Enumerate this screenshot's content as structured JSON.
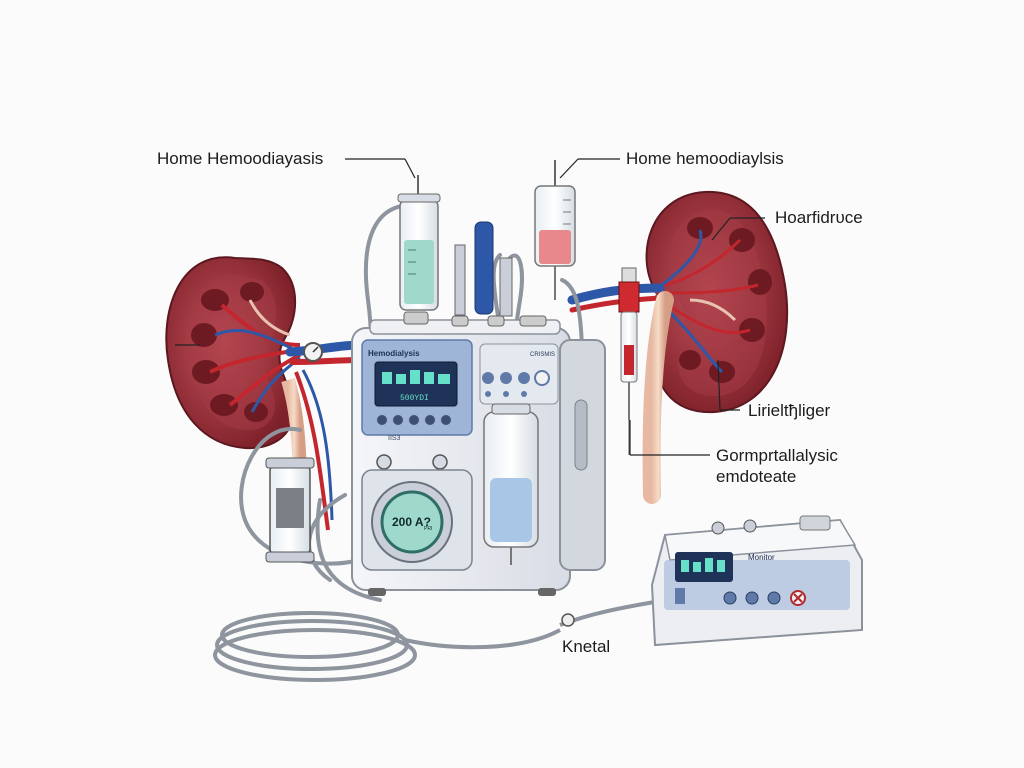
{
  "labels": {
    "top_left": "Home Hemoodiayasis",
    "top_right": "Home hemoodiaylsis",
    "right_upper": "Hoarfidrυce",
    "right_middle": "Lirieltђliger",
    "right_lower_line1": "Gormprtallalysic",
    "right_lower_line2": "emdoteate",
    "bottom_center": "Knetal"
  },
  "main_machine": {
    "brand_label": "Hemodialysis",
    "right_panel_label": "CRISMIS",
    "screen_readout": "500YDI",
    "dial_readout": "200 A?",
    "dial_unit": "PRI",
    "side_label": "IIS3"
  },
  "small_unit": {
    "brand_label": "Monitor"
  },
  "colors": {
    "kidney": "#8e2a32",
    "artery": "#c4262e",
    "vein": "#2d58a8",
    "machine_body": "#e9ebf0",
    "panel_blue": "#8aa6cf",
    "screen": "#1f3358",
    "screen_text": "#66e0c8",
    "dial": "#9fd9cc"
  }
}
